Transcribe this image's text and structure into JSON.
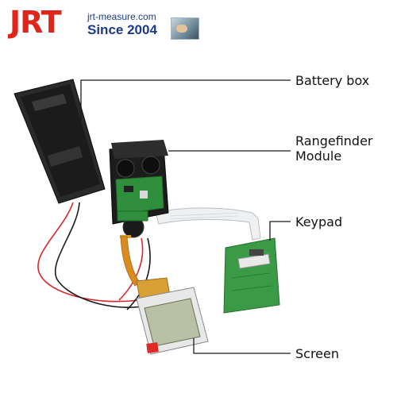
{
  "logo": {
    "brand": "JRT",
    "url": "jrt-measure.com",
    "since": "Since 2004"
  },
  "labels": {
    "battery_box": "Battery box",
    "rangefinder_module": "Rangefinder\nModule",
    "keypad": "Keypad",
    "screen": "Screen"
  },
  "colors": {
    "brand_red": "#e0251b",
    "brand_blue": "#1d3a8a",
    "pcb_green": "#2f8f3c",
    "housing_black": "#1c1c1c"
  }
}
